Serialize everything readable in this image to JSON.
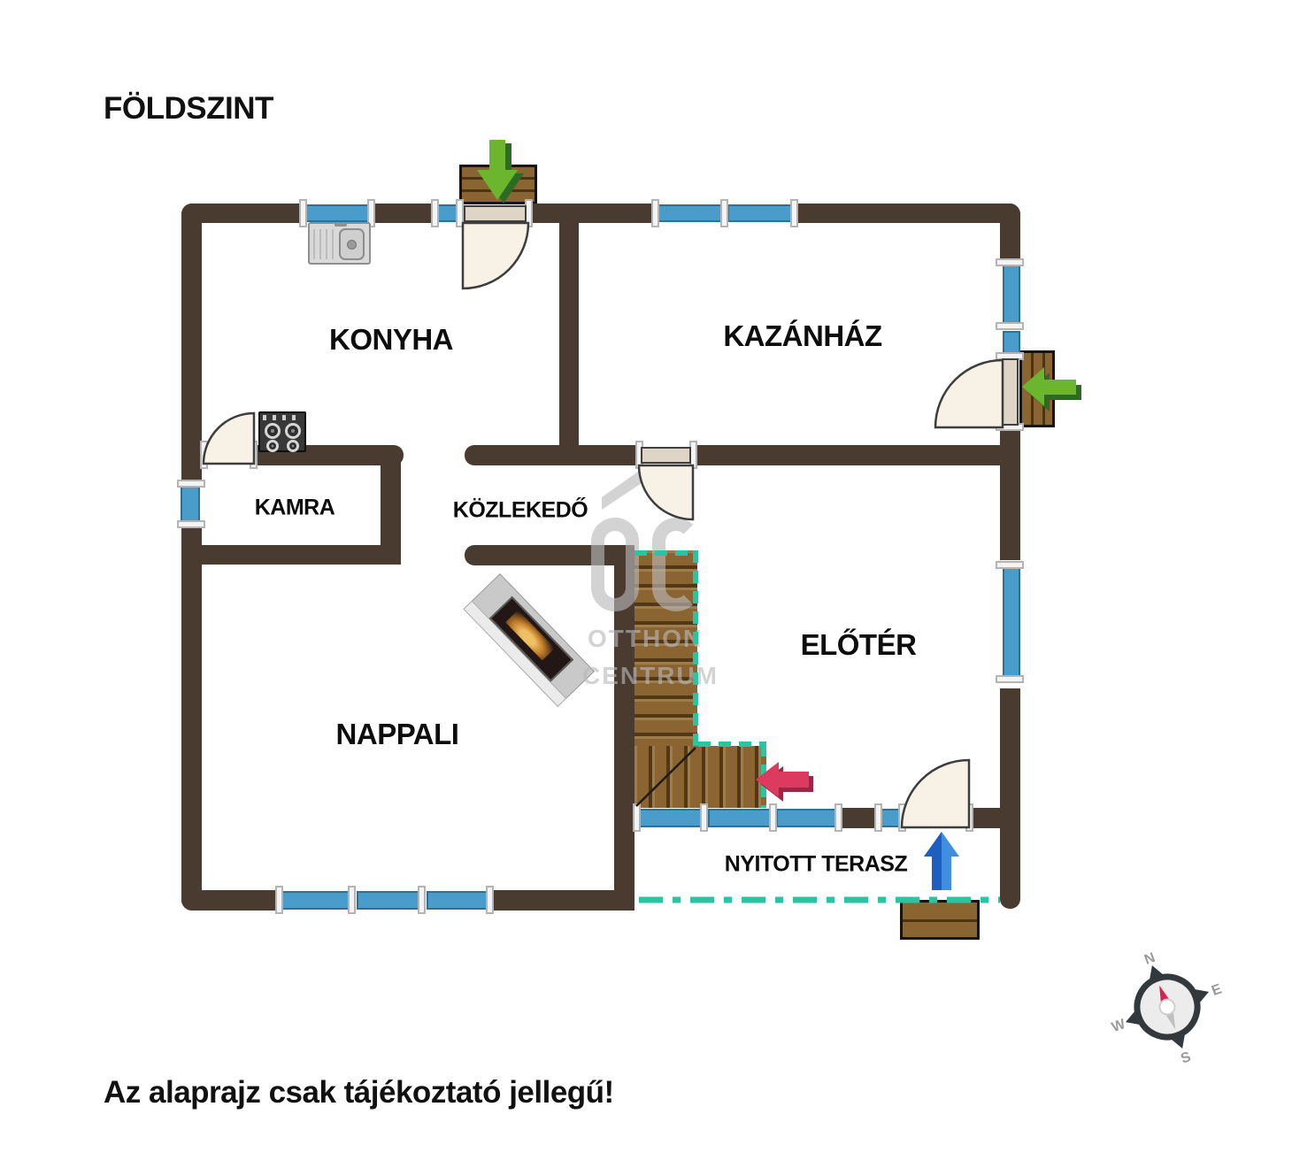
{
  "title": "FÖLDSZINT",
  "disclaimer": "Az alaprajz csak tájékoztató jellegű!",
  "rooms": {
    "konyha": "KONYHA",
    "kazanhaz": "KAZÁNHÁZ",
    "kamra": "KAMRA",
    "kozlekedo": "KÖZLEKEDŐ",
    "eloter": "ELŐTÉR",
    "nappali": "NAPPALI",
    "terasz": "NYITOTT TERASZ"
  },
  "watermark": {
    "line1": "OTTHON",
    "line2": "CENTRUM"
  },
  "compass": {
    "north": "N",
    "east": "E",
    "south": "S",
    "west": "W"
  },
  "colors": {
    "wall": "#4a3b31",
    "window": "#4a9dcb",
    "door": "#f8f2e6",
    "wood": "#8a6532",
    "stair_edge": "#2bc3a2",
    "arrow_green": "#6cb52e",
    "arrow_red": "#dd3a5f",
    "arrow_blue": "#3f8ee2"
  }
}
